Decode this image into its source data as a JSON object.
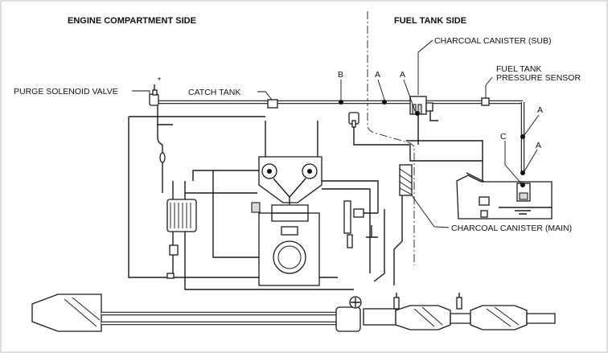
{
  "headers": {
    "engine_side": "ENGINE COMPARTMENT SIDE",
    "fuel_side": "FUEL TANK SIDE"
  },
  "labels": {
    "purge_valve": "PURGE SOLENOID VALVE",
    "asterisk": "*",
    "catch_tank": "CATCH TANK",
    "canister_sub": "CHARCOAL CANISTER (SUB)",
    "pressure_sensor_line1": "FUEL TANK",
    "pressure_sensor_line2": "PRESSURE SENSOR",
    "canister_main": "CHARCOAL CANISTER (MAIN)"
  },
  "point_markers": {
    "b": "B",
    "a_left": "A",
    "a_mid": "A",
    "a_right_top": "A",
    "a_right_bottom": "A",
    "c": "C"
  }
}
